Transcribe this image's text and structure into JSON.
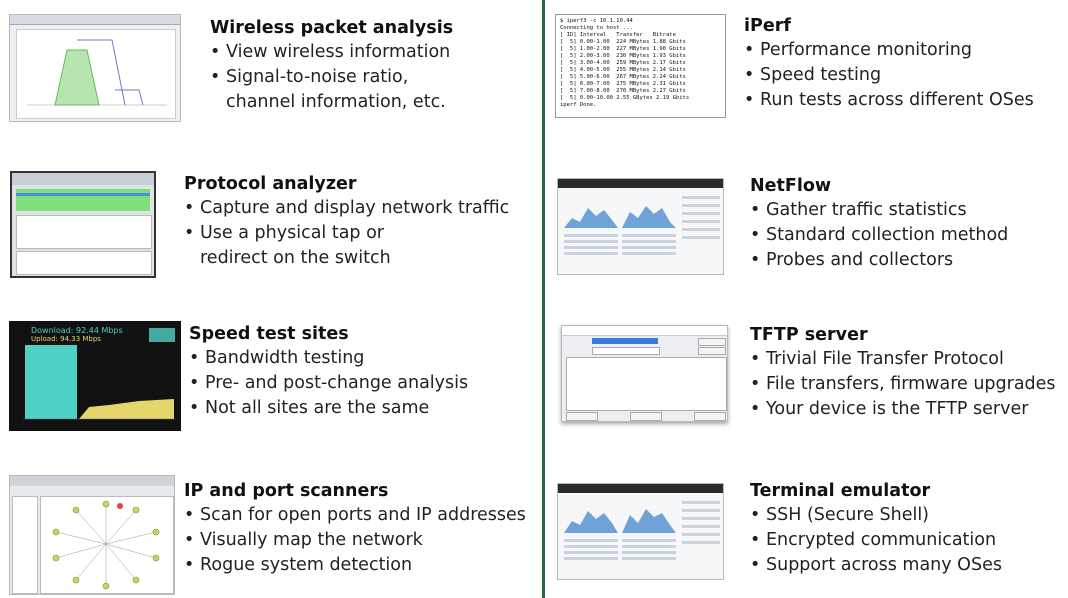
{
  "left": [
    {
      "title": "Wireless packet analysis",
      "bullets": [
        "View wireless information",
        "Signal-to-noise ratio,",
        "channel information, etc."
      ],
      "thumb": "wireless-analyzer-screenshot"
    },
    {
      "title": "Protocol analyzer",
      "bullets": [
        "Capture and display network traffic",
        "Use a physical tap or",
        "redirect on the switch"
      ],
      "thumb": "protocol-analyzer-screenshot"
    },
    {
      "title": "Speed test sites",
      "bullets": [
        "Bandwidth testing",
        "Pre- and post-change analysis",
        "Not all sites are the same"
      ],
      "thumb": "speed-test-screenshot"
    },
    {
      "title": "IP and port scanners",
      "bullets": [
        "Scan for open ports and IP addresses",
        "Visually map the network",
        "Rogue system detection"
      ],
      "thumb": "ip-scanner-screenshot"
    }
  ],
  "right": [
    {
      "title": "iPerf",
      "bullets": [
        "Performance monitoring",
        "Speed testing",
        "Run tests across different OSes"
      ],
      "thumb": "iperf-terminal-screenshot"
    },
    {
      "title": "NetFlow",
      "bullets": [
        "Gather traffic statistics",
        "Standard collection method",
        "Probes and collectors"
      ],
      "thumb": "netflow-dashboard-screenshot"
    },
    {
      "title": "TFTP server",
      "bullets": [
        "Trivial File Transfer Protocol",
        "File transfers, firmware upgrades",
        "Your device is the TFTP server"
      ],
      "thumb": "tftp-server-screenshot"
    },
    {
      "title": "Terminal emulator",
      "bullets": [
        "SSH (Secure Shell)",
        "Encrypted communication",
        "Support across many OSes"
      ],
      "thumb": "terminal-emulator-screenshot"
    }
  ],
  "speedtest": {
    "download": "Download: 92.44 Mbps",
    "upload": "Upload: 94.33 Mbps"
  },
  "colors": {
    "divider": "#1f6b3f",
    "speed_bg": "#111111",
    "speed_bar": "#4fd1c5",
    "speed_area": "#e4d66a"
  }
}
